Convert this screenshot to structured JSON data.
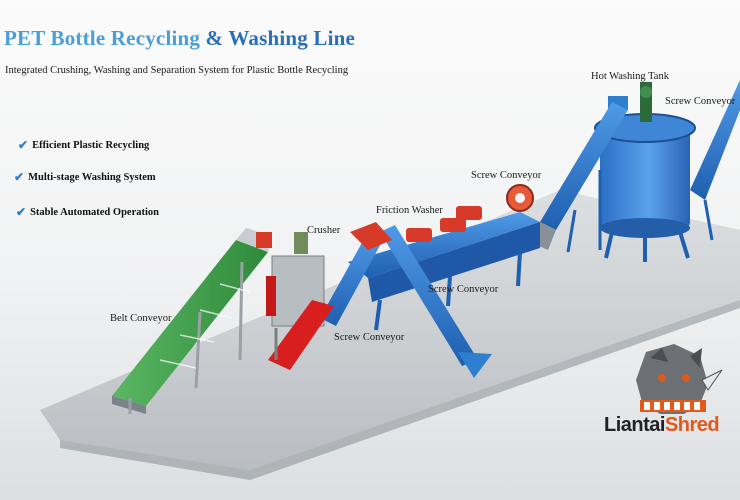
{
  "header": {
    "title_part1": "PET Bottle Recycling",
    "title_amp": "&",
    "title_part2": "Washing Line",
    "subtitle": "Integrated Crushing, Washing and Separation System for Plastic Bottle Recycling"
  },
  "features": [
    {
      "icon": "check-icon",
      "label": "Efficient Plastic Recycling"
    },
    {
      "icon": "check-icon",
      "label": "Multi-stage Washing System"
    },
    {
      "icon": "check-icon",
      "label": "Stable Automated Operation"
    }
  ],
  "labels": {
    "hot_washing_tank": "Hot Washing Tank",
    "screw_conveyor_top_right": "Screw Conveyor",
    "screw_conveyor_mid": "Screw Conveyor",
    "friction_washer": "Friction Washer",
    "crusher": "Crusher",
    "screw_conveyor_lower": "Screw Conveyor",
    "belt_conveyor": "Belt Conveyor",
    "screw_conveyor_bottom": "Screw Conveyor"
  },
  "brand": {
    "name_part1": "Liantai",
    "name_part2": "Shred"
  },
  "colors": {
    "title_light": "#4a9fd8",
    "title_dark": "#2a6fb8",
    "machine_blue": "#2f7fd0",
    "belt_green": "#3f9a4a",
    "crusher_red": "#d81e1e",
    "brand_orange": "#e05a1c",
    "platform_gray": "#a8adb2"
  }
}
